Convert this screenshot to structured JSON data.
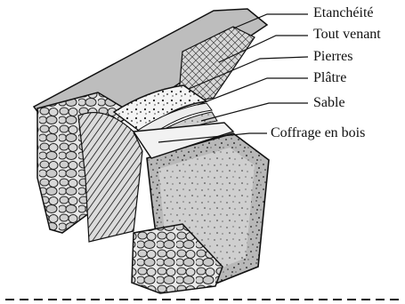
{
  "labels": {
    "etancheite": "Etanchéité",
    "tout_venant": "Tout venant",
    "pierres": "Pierres",
    "platre": "Plâtre",
    "sable": "Sable",
    "coffrage": "Coffrage en bois"
  }
}
